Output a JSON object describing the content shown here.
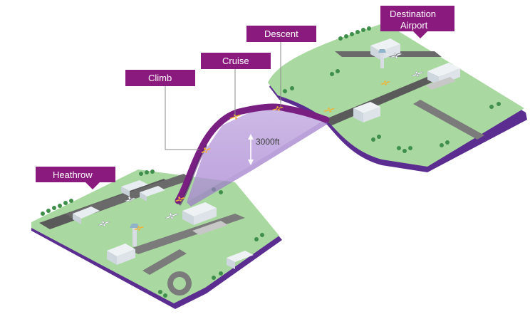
{
  "labels": {
    "heathrow": "Heathrow",
    "climb": "Climb",
    "cruise": "Cruise",
    "descent": "Descent",
    "destination_line1": "Destination",
    "destination_line2": "Airport"
  },
  "altitude": "3000ft",
  "colors": {
    "label_bg": "#8a1a7e",
    "flight_path": "#7a1f82",
    "ground": "#a9d9a0",
    "ground_edge": "#5b2d91",
    "tarmac": "#5a5a5a",
    "altitude_shade": "#b79ad6"
  }
}
